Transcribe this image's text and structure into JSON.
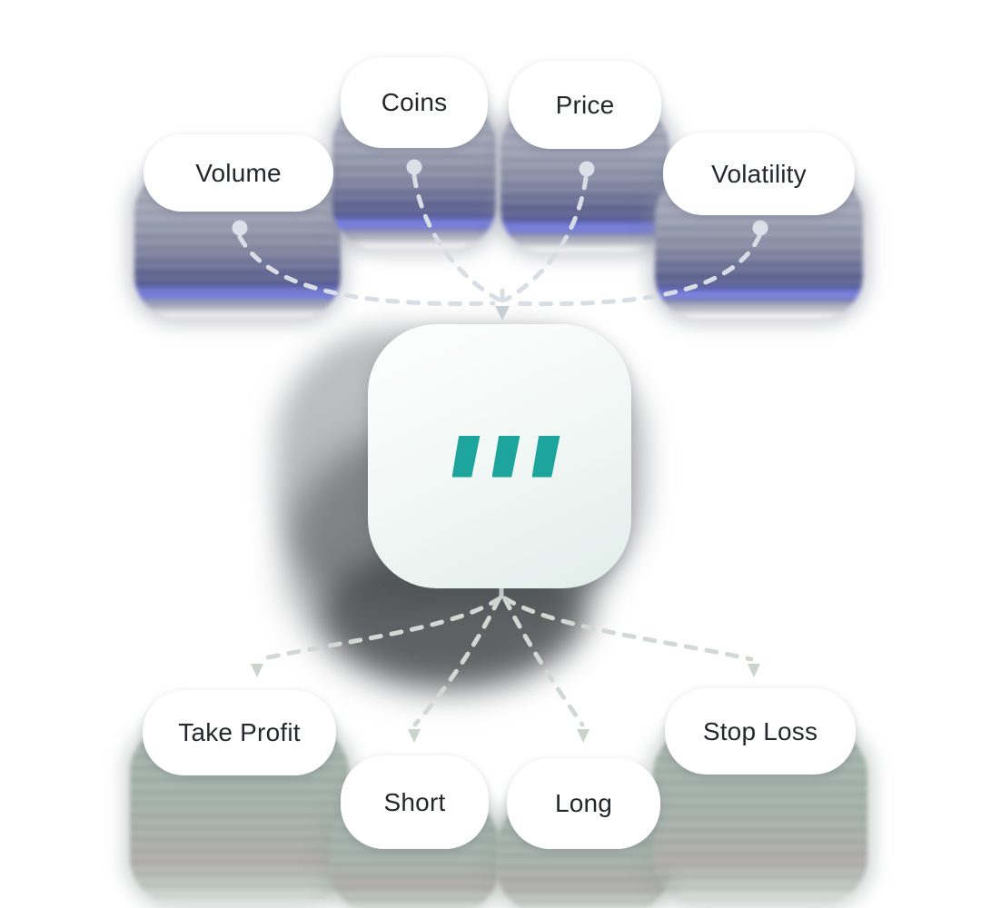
{
  "diagram": {
    "description": "trading-bot signal flow diagram",
    "inputs": [
      {
        "label": "Volume"
      },
      {
        "label": "Coins"
      },
      {
        "label": "Price"
      },
      {
        "label": "Volatility"
      }
    ],
    "outputs": [
      {
        "label": "Take Profit"
      },
      {
        "label": "Short"
      },
      {
        "label": "Long"
      },
      {
        "label": "Stop Loss"
      }
    ],
    "center": {
      "icon": "three-commas-logo"
    },
    "colors": {
      "teal": "#1CA49D",
      "pill_text": "#24272B",
      "pill_bg": "#FFFFFF",
      "accent_violet": "#7B82EE",
      "connector_top": "#D9DDE4",
      "connector_bottom": "#D2D9D4"
    }
  }
}
